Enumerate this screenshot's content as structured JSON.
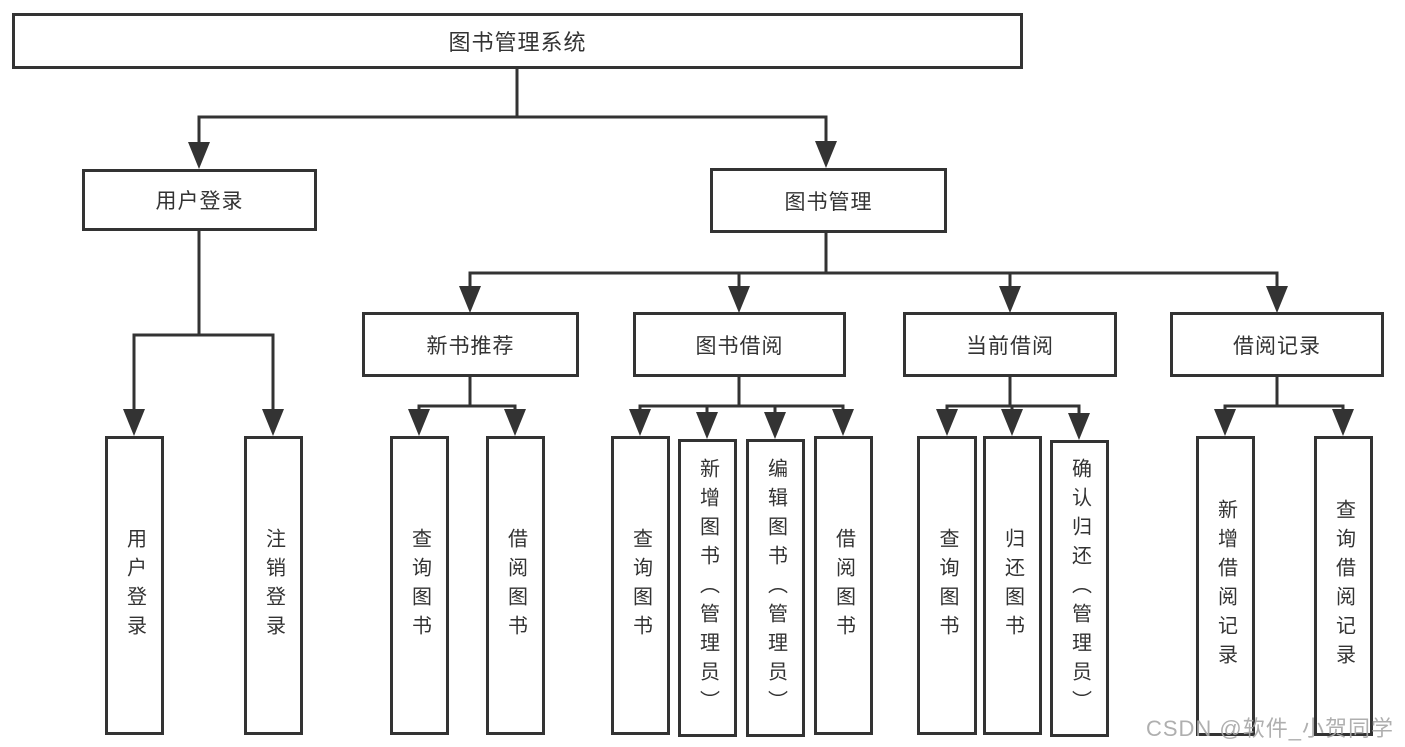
{
  "nodes": {
    "root": "图书管理系统",
    "user_login": "用户登录",
    "book_mgmt": "图书管理",
    "new_book_rec": "新书推荐",
    "book_borrow": "图书借阅",
    "current_borrow": "当前借阅",
    "borrow_record": "借阅记录",
    "leaf_user_login": "用户登录",
    "leaf_logout": "注销登录",
    "leaf_nb_query": "查询图书",
    "leaf_nb_borrow": "借阅图书",
    "leaf_bb_query": "查询图书",
    "leaf_bb_add": "新增图书（管理员）",
    "leaf_bb_edit": "编辑图书（管理员）",
    "leaf_bb_borrow": "借阅图书",
    "leaf_cb_query": "查询图书",
    "leaf_cb_return": "归还图书",
    "leaf_cb_confirm": "确认归还（管理员）",
    "leaf_br_add": "新增借阅记录",
    "leaf_br_query": "查询借阅记录"
  },
  "watermark": "CSDN @软件_小贺同学",
  "colors": {
    "line": "#333333",
    "text": "#333333",
    "box_fill": "#ffffff",
    "watermark": "#a8a8a8",
    "background": "#ffffff"
  }
}
